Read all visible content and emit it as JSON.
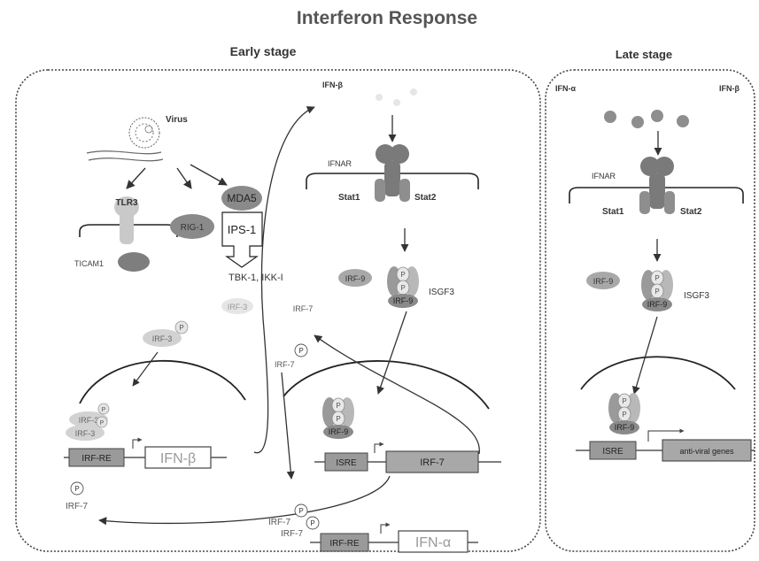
{
  "title": "Interferon Response",
  "early": {
    "heading": "Early stage",
    "virus": "Virus",
    "tlr": "TLR3",
    "ticam": "TICAM1",
    "rig": "RIG-1",
    "mda5": "MDA5",
    "ips": "IPS-1",
    "tbk": "TBK-1, IKK-I",
    "irf3_cyto": "IRF-3",
    "irf3_nuc_a": "IRF-3",
    "irf3_nuc_b": "IRF-3",
    "irf7_cyto_a": "IRF-7",
    "irf7_cyto_b": "IRF-7",
    "irf7_lower": "IRF-7",
    "irf7_bottom_a": "IRF-7",
    "irf7_bottom_b": "IRF-7",
    "ifnb_secreted": "IFN-β",
    "ifnar": "IFNAR",
    "stat1": "Stat1",
    "stat2": "Stat2",
    "irf9_free": "IRF-9",
    "irf9_complex": "IRF-9",
    "isgf3": "ISGF3",
    "irf9_nuc": "IRF-9",
    "irf_re_1": "IRF-RE",
    "ifnb_gene": "IFN-β",
    "isre": "ISRE",
    "irf7_gene": "IRF-7",
    "irf_re_2": "IRF-RE",
    "ifna_gene": "IFN-α",
    "p": "P"
  },
  "late": {
    "heading": "Late stage",
    "ifna": "IFN-α",
    "ifnb": "IFN-β",
    "ifnar": "IFNAR",
    "stat1": "Stat1",
    "stat2": "Stat2",
    "irf9_free": "IRF-9",
    "irf9_complex": "IRF-9",
    "isgf3": "ISGF3",
    "irf9_nuc": "IRF-9",
    "isre": "ISRE",
    "antiviral": "anti-viral genes"
  },
  "colors": {
    "dark": "#7a7a7a",
    "mid": "#a9a9a9",
    "light": "#d2d2d2",
    "faint": "#e6e6e6",
    "line": "#333333"
  }
}
